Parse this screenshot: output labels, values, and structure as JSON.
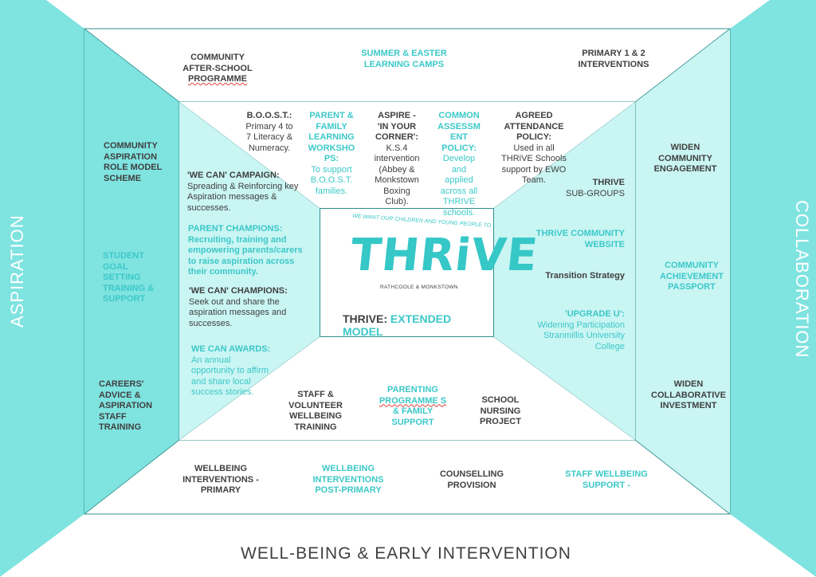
{
  "colors": {
    "outer_teal": "#7FE3E0",
    "light_teal": "#C9F5F3",
    "accent": "#3CC8C8",
    "border": "#2f8f8f",
    "text_dark": "#404040"
  },
  "side_labels": {
    "left": "ASPIRATION",
    "right": "COLLABORATION",
    "bottom": "WELL-BEING & EARLY INTERVENTION"
  },
  "center": {
    "tagline": "WE WANT OUR CHILDREN AND YOUNG PEOPLE TO",
    "logo_word": "THRiVE",
    "logo_sub": "RATHCOOLE & MONKSTOWN",
    "title_part1": "THRIVE: ",
    "title_part2": "EXTENDED MODEL"
  },
  "top_band": {
    "community_after_school": [
      "COMMUNITY",
      "AFTER-SCHOOL",
      "PROGRAMME"
    ],
    "summer_easter": [
      "SUMMER & EASTER",
      "LEARNING  CAMPS"
    ],
    "primary_interventions": [
      "PRIMARY  1 & 2",
      "INTERVENTIONS"
    ]
  },
  "left_band": {
    "role_model": [
      "COMMUNITY",
      "ASPIRATION",
      "ROLE MODEL",
      "SCHEME"
    ],
    "student_goal": [
      "STUDENT",
      "GOAL",
      "SETTING",
      "TRAINING  &",
      "SUPPORT"
    ],
    "careers": [
      "CAREERS'",
      "ADVICE  &",
      "ASPIRATION",
      "STAFF",
      "TRAINING"
    ]
  },
  "right_band": {
    "widen_engagement": [
      "WIDEN",
      "COMMUNITY",
      "ENGAGEMENT"
    ],
    "achievement_passport": [
      "COMMUNITY",
      "ACHIEVEMENT",
      "PASSPORT"
    ],
    "widen_investment": [
      "WIDEN",
      "COLLABORATIVE",
      "INVESTMENT"
    ]
  },
  "bottom_band": {
    "wellbeing_primary": [
      "WELLBEING",
      "INTERVENTIONS  -",
      "PRIMARY"
    ],
    "wellbeing_post_primary": [
      "WELLBEING",
      "INTERVENTIONS",
      "POST-PRIMARY"
    ],
    "counselling": [
      "COUNSELLING",
      "PROVISION"
    ],
    "staff_wellbeing": [
      "STAFF  WELLBEING",
      "SUPPORT -"
    ]
  },
  "inner_top": {
    "boost": [
      "B.O.O.S.T.:",
      "Primary 4 to",
      "7 Literacy &",
      "Numeracy."
    ],
    "parent_workshops": [
      "PARENT  &",
      "FAMILY",
      "LEARNING",
      "WORKSHO",
      "PS:",
      "To support",
      "B.O.O.S.T.",
      "families."
    ],
    "aspire": [
      "ASPIRE  -",
      "'IN YOUR",
      "CORNER':",
      "K.S.4",
      "intervention",
      "(Abbey &",
      "Monkstown",
      "Boxing",
      "Club)."
    ],
    "common_assessment": [
      "COMMON",
      "ASSESSM",
      "ENT",
      "POLICY:",
      "Develop",
      "and",
      "applied",
      "across all",
      "THRIVE",
      "schools."
    ],
    "attendance": [
      "AGREED",
      "ATTENDANCE",
      "POLICY:",
      "Used in all",
      "THRiVE Schools",
      "support by EWO",
      "Team."
    ]
  },
  "inner_left": {
    "we_can_campaign_title": "'WE CAN' CAMPAIGN:",
    "we_can_campaign_body": [
      "Spreading & Reinforcing key",
      "Aspiration messages &",
      "successes."
    ],
    "parent_champions_title": "PARENT  CHAMPIONS:",
    "parent_champions_body": [
      "Recruiting, training and",
      "empowering parents/carers",
      "to raise aspiration across",
      "their community."
    ],
    "we_can_champions_title": "'WE CAN' CHAMPIONS:",
    "we_can_champions_body": [
      "Seek out and share the",
      "aspiration messages and",
      "successes."
    ],
    "awards_title": "WE CAN AWARDS:",
    "awards_body": [
      "An annual",
      "opportunity to affirm",
      "and share local",
      "success stories."
    ]
  },
  "inner_right": {
    "subgroups": [
      "THRIVE",
      "SUB-GROUPS"
    ],
    "website": [
      "THRiVE COMMUNITY",
      "WEBSITE"
    ],
    "transition": "Transition Strategy",
    "upgrade_title": "'UPGRADE U':",
    "upgrade_body": [
      "Widening Participation",
      "Stranmillis University",
      "College"
    ]
  },
  "inner_bottom": {
    "staff_volunteer": [
      "STAFF  &",
      "VOLUNTEER",
      "WELLBEING",
      "TRAINING"
    ],
    "parenting": [
      "PARENTING",
      "PROGRAMME S",
      "& FAMILY",
      "SUPPORT"
    ],
    "nursing": [
      "SCHOOL",
      "NURSING",
      "PROJECT"
    ]
  }
}
